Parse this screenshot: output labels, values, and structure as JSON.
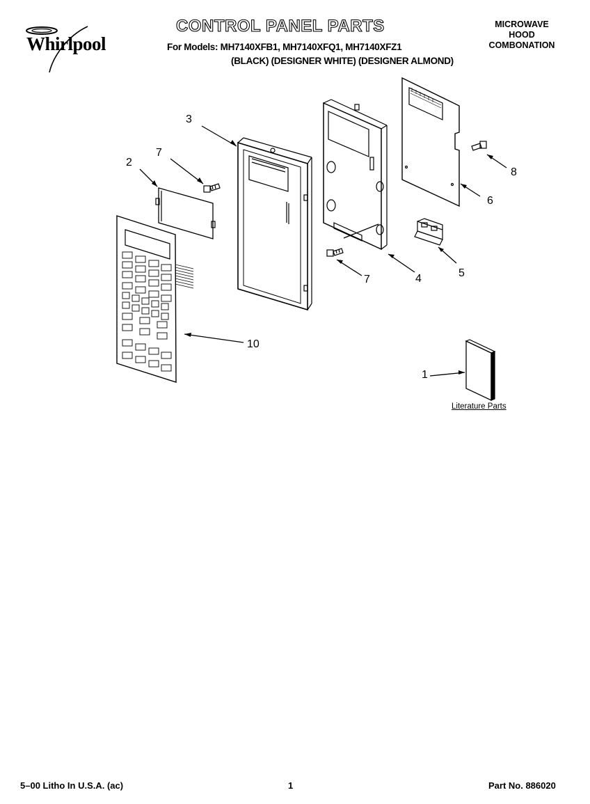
{
  "header": {
    "brand": "Whirlpool",
    "title": "CONTROL PANEL PARTS",
    "models_line": "For Models: MH7140XFB1, MH7140XFQ1, MH7140XFZ1",
    "colors_line": "(BLACK) (DESIGNER WHITE) (DESIGNER ALMOND)",
    "category": [
      "MICROWAVE",
      "HOOD",
      "COMBONATION"
    ]
  },
  "callouts": [
    "3",
    "7",
    "2",
    "8",
    "6",
    "7",
    "4",
    "5",
    "10",
    "1"
  ],
  "literature_label": "Literature Parts",
  "footer": {
    "left": "5–00 Litho In U.S.A. (ac)",
    "center": "1",
    "right": "Part No. 886020"
  }
}
